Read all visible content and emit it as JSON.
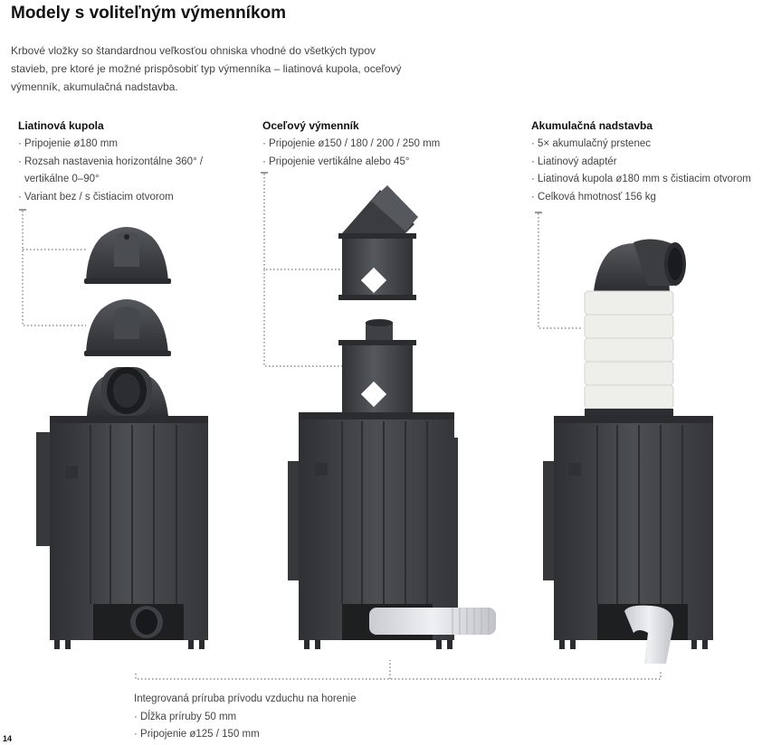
{
  "page": {
    "title": "Modely s voliteľným výmenníkom",
    "intro": "Krbové vložky so štandardnou veľkosťou ohniska vhodné do všetkých typov stavieb, pre ktoré je možné prispôsobiť typ výmenníka – liatinová kupola, oceľový výmenník, akumulačná nadstavba.",
    "page_number": "14"
  },
  "columns": [
    {
      "heading": "Liatinová kupola",
      "items": [
        "· Pripojenie ø180 mm",
        "· Rozsah nastavenia horizontálne 360° /",
        "vertikálne 0–90°",
        "· Variant bez / s čistiacim otvorom"
      ]
    },
    {
      "heading": "Oceľový výmenník",
      "items": [
        "· Pripojenie ø150 / 180 / 200 / 250 mm",
        "· Pripojenie vertikálne alebo 45°"
      ]
    },
    {
      "heading": "Akumulačná nadstavba",
      "items": [
        "· 5× akumulačný prstenec",
        "· Liatinový adaptér",
        "· Liatinová kupola ø180 mm s čistiacim otvorom",
        "· Celková hmotnosť 156 kg"
      ]
    }
  ],
  "bottom_note": {
    "heading": "Integrovaná príruba prívodu vzduchu na horenie",
    "items": [
      "· Dĺžka príruby 50 mm",
      "· Pripojenie ø125 / 150 mm"
    ]
  },
  "colors": {
    "body_dark": "#3a3c3f",
    "body_mid": "#4a4c50",
    "body_light": "#5c5f63",
    "ceramic": "#eeeeea",
    "leader": "#555555"
  }
}
